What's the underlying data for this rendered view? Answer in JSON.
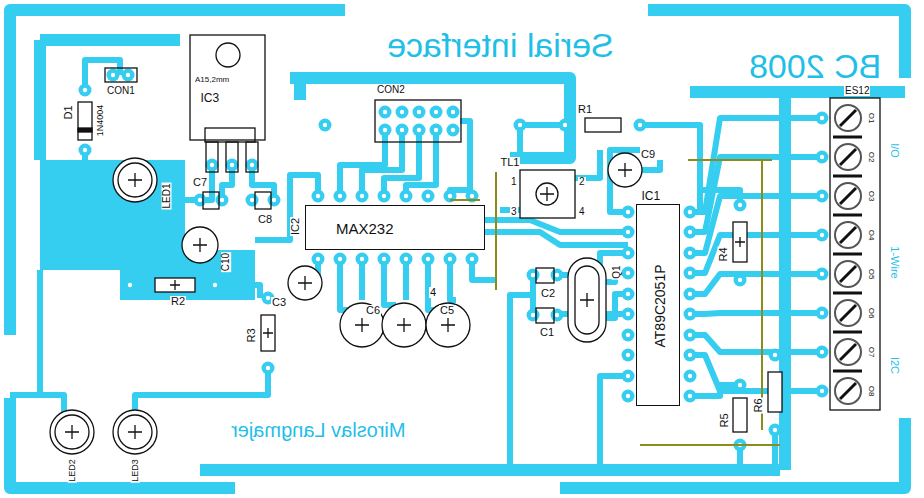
{
  "diagram": {
    "nodes": [
      {
        "text": [
          "MAX232"
        ]
      },
      {
        "text": [
          "AT89C2051P"
        ]
      }
    ],
    "labels": [
      "Serial interface",
      "BC 2008",
      "Miroslav Langmajer",
      "CON1",
      "D1",
      "1N4004",
      "IC3",
      "A15,2mm",
      "C7",
      "C8",
      "LED1",
      "C10",
      "R2",
      "C3",
      "R3",
      "CON2",
      "IC2",
      "C6",
      "4",
      "C5",
      "R1",
      "TL1",
      "1",
      "2",
      "3",
      "4",
      "C9",
      "IC1",
      "C2",
      "C1",
      "Q1",
      "R4",
      "R5",
      "R6",
      "ES12",
      "O1",
      "O2",
      "O3",
      "O4",
      "O5",
      "O6",
      "O7",
      "O8",
      "I/O",
      "1-Wire",
      "I2C",
      "LED2",
      "LED3"
    ]
  }
}
